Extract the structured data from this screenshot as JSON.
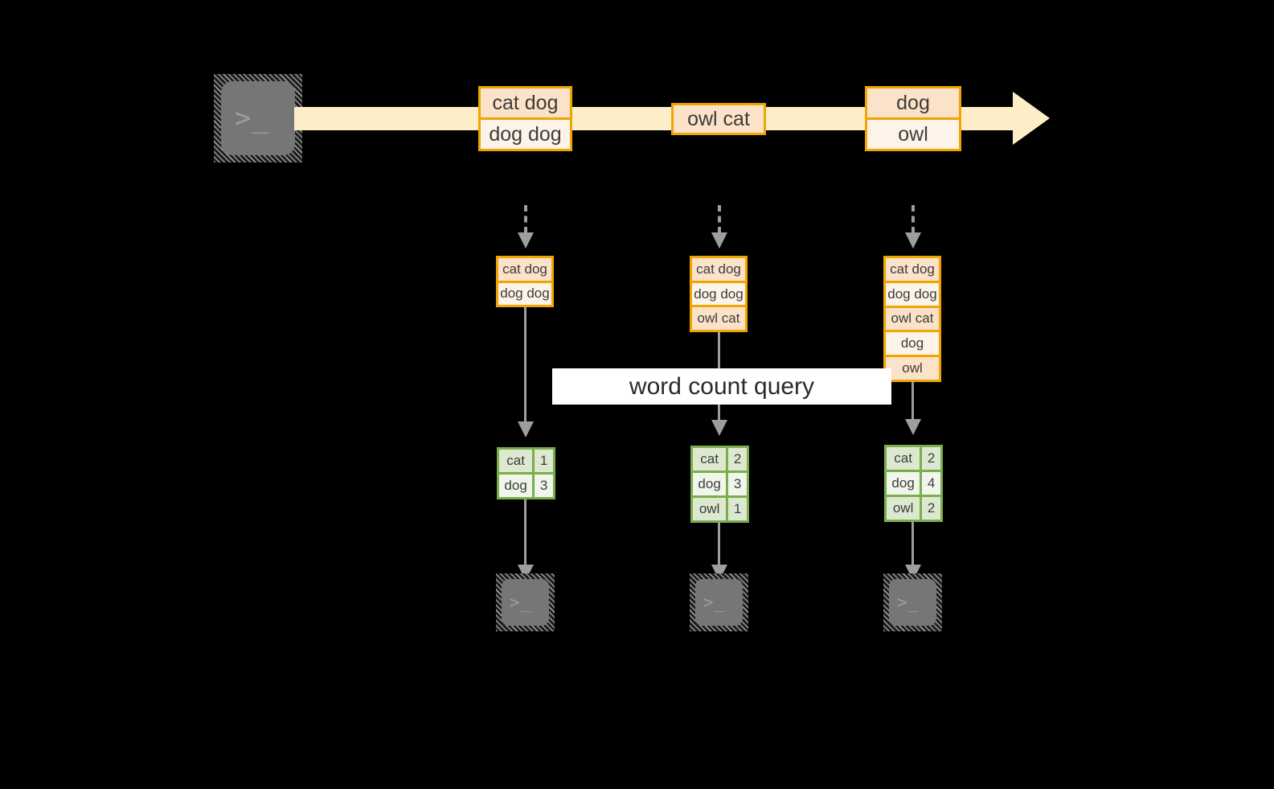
{
  "diagram": {
    "title_banner": "word count query",
    "colors": {
      "stream_fill": "#fdeec8",
      "record_border": "#f0a500",
      "record_fill": "#fde9d4",
      "record_fill_alt": "#fdf3e8",
      "result_border": "#7aad4c",
      "result_fill": "#eef4e6",
      "connector": "#9e9e9e",
      "terminal_body": "#767676",
      "background": "#000000",
      "banner_bg": "#ffffff"
    },
    "source_terminal": {
      "icon": "terminal-icon",
      "glyph": ">_"
    },
    "stream": {
      "icon": "stream-arrow-icon",
      "records": [
        {
          "name": "stream-record-1",
          "lines": [
            "cat dog",
            "dog dog"
          ]
        },
        {
          "name": "stream-record-2",
          "lines": [
            "owl cat"
          ]
        },
        {
          "name": "stream-record-3",
          "lines": [
            "dog",
            "owl"
          ]
        }
      ]
    },
    "snapshots": [
      {
        "name": "snapshot-1",
        "lines": [
          "cat dog",
          "dog dog"
        ]
      },
      {
        "name": "snapshot-2",
        "lines": [
          "cat dog",
          "dog dog",
          "owl cat"
        ]
      },
      {
        "name": "snapshot-3",
        "lines": [
          "cat dog",
          "dog dog",
          "owl cat",
          "dog",
          "owl"
        ]
      }
    ],
    "results": [
      {
        "name": "result-table-1",
        "rows": [
          {
            "word": "cat",
            "count": "1"
          },
          {
            "word": "dog",
            "count": "3"
          }
        ]
      },
      {
        "name": "result-table-2",
        "rows": [
          {
            "word": "cat",
            "count": "2"
          },
          {
            "word": "dog",
            "count": "3"
          },
          {
            "word": "owl",
            "count": "1"
          }
        ]
      },
      {
        "name": "result-table-3",
        "rows": [
          {
            "word": "cat",
            "count": "2"
          },
          {
            "word": "dog",
            "count": "4"
          },
          {
            "word": "owl",
            "count": "2"
          }
        ]
      }
    ],
    "sink_terminals": [
      {
        "name": "sink-terminal-1",
        "glyph": ">_"
      },
      {
        "name": "sink-terminal-2",
        "glyph": ">_"
      },
      {
        "name": "sink-terminal-3",
        "glyph": ">_"
      }
    ]
  }
}
